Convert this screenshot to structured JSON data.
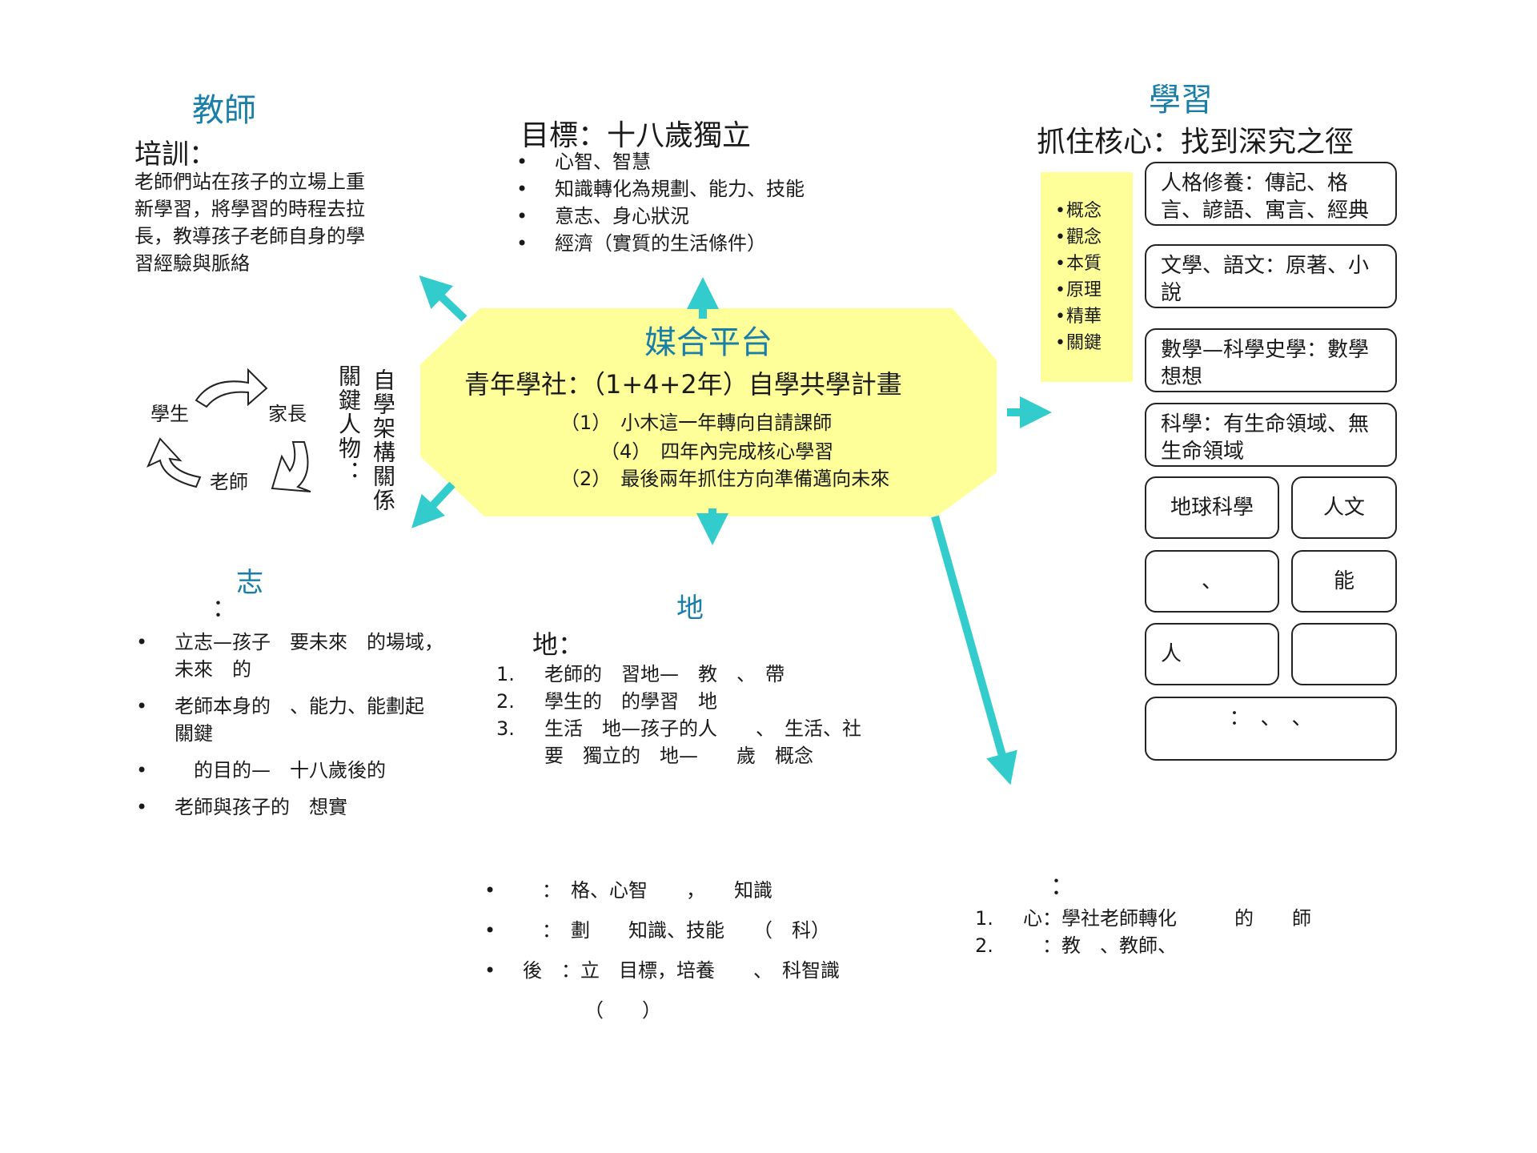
{
  "teacher": {
    "title": "教師",
    "subtitle": "培訓：",
    "body": "老師們站在孩子的立場上重新學習，將學習的時程去拉長，教導孩子老師自身的學習經驗與脈絡"
  },
  "goal": {
    "title": "目標：十八歲獨立",
    "items": [
      "心智、智慧",
      "知識轉化為規劃、能力、技能",
      "意志、身心狀況",
      "經濟（實質的生活條件）"
    ]
  },
  "learning": {
    "title": "學習",
    "subtitle": "抓住核心：找到深究之徑",
    "concepts": [
      "概念",
      "觀念",
      "本質",
      "原理",
      "精華",
      "關鍵"
    ],
    "boxes": {
      "b1": "人格修養：傳記、格言、諺語、寓言、經典",
      "b2": "文學、語文：原著、小說",
      "b3": "數學—科學史學：數學想想",
      "b4": "科學：有生命領域、無生命領域",
      "b5": "地球科學",
      "b6": "人文",
      "b7": "、",
      "b8": "能",
      "b9": "人",
      "b10": "",
      "b11": "：　、　、"
    }
  },
  "center": {
    "title": "媒合平台",
    "line1": "青年學社：（1+4+2年）自學共學計畫",
    "line2": "（1）　小木這一年轉向自請課師",
    "line3": "（4）　四年內完成核心學習",
    "line4": "（2）　最後兩年抓住方向準備邁向未來"
  },
  "cycle": {
    "student": "學生",
    "parent": "家長",
    "teacher": "老師",
    "key_people": "關鍵人物：",
    "parentheses": "自學架構關係"
  },
  "will": {
    "title": "志",
    "colon": "：",
    "items": [
      "立志—孩子　要未來　的場域，　未來　的",
      "老師本身的　、能力、能劃起關鍵",
      "　的目的—　十八歲後的",
      "老師與孩子的　想實"
    ]
  },
  "land": {
    "title": "地",
    "subtitle": "地：",
    "items": [
      "老師的　習地—　教　、　帶",
      "學生的　的學習　地",
      "生活　地—孩子的人　　、　生活、社",
      "要　獨立的　地—　　歲　概念"
    ]
  },
  "bottom_center": {
    "items": [
      "　：　格、心智　　，　　知識",
      "　：　劃　　知識、技能　　（　科）",
      "後　：立　目標，培養　　、　科智識"
    ],
    "paren": "（　　）"
  },
  "bottom_right": {
    "colon": "：",
    "items": [
      "心：學社老師轉化　　　的　　師",
      "　：教　、教師、"
    ]
  },
  "colors": {
    "accent": "#1a7fa8",
    "arrow": "#33cccc",
    "center_fill": "#ffff99"
  }
}
